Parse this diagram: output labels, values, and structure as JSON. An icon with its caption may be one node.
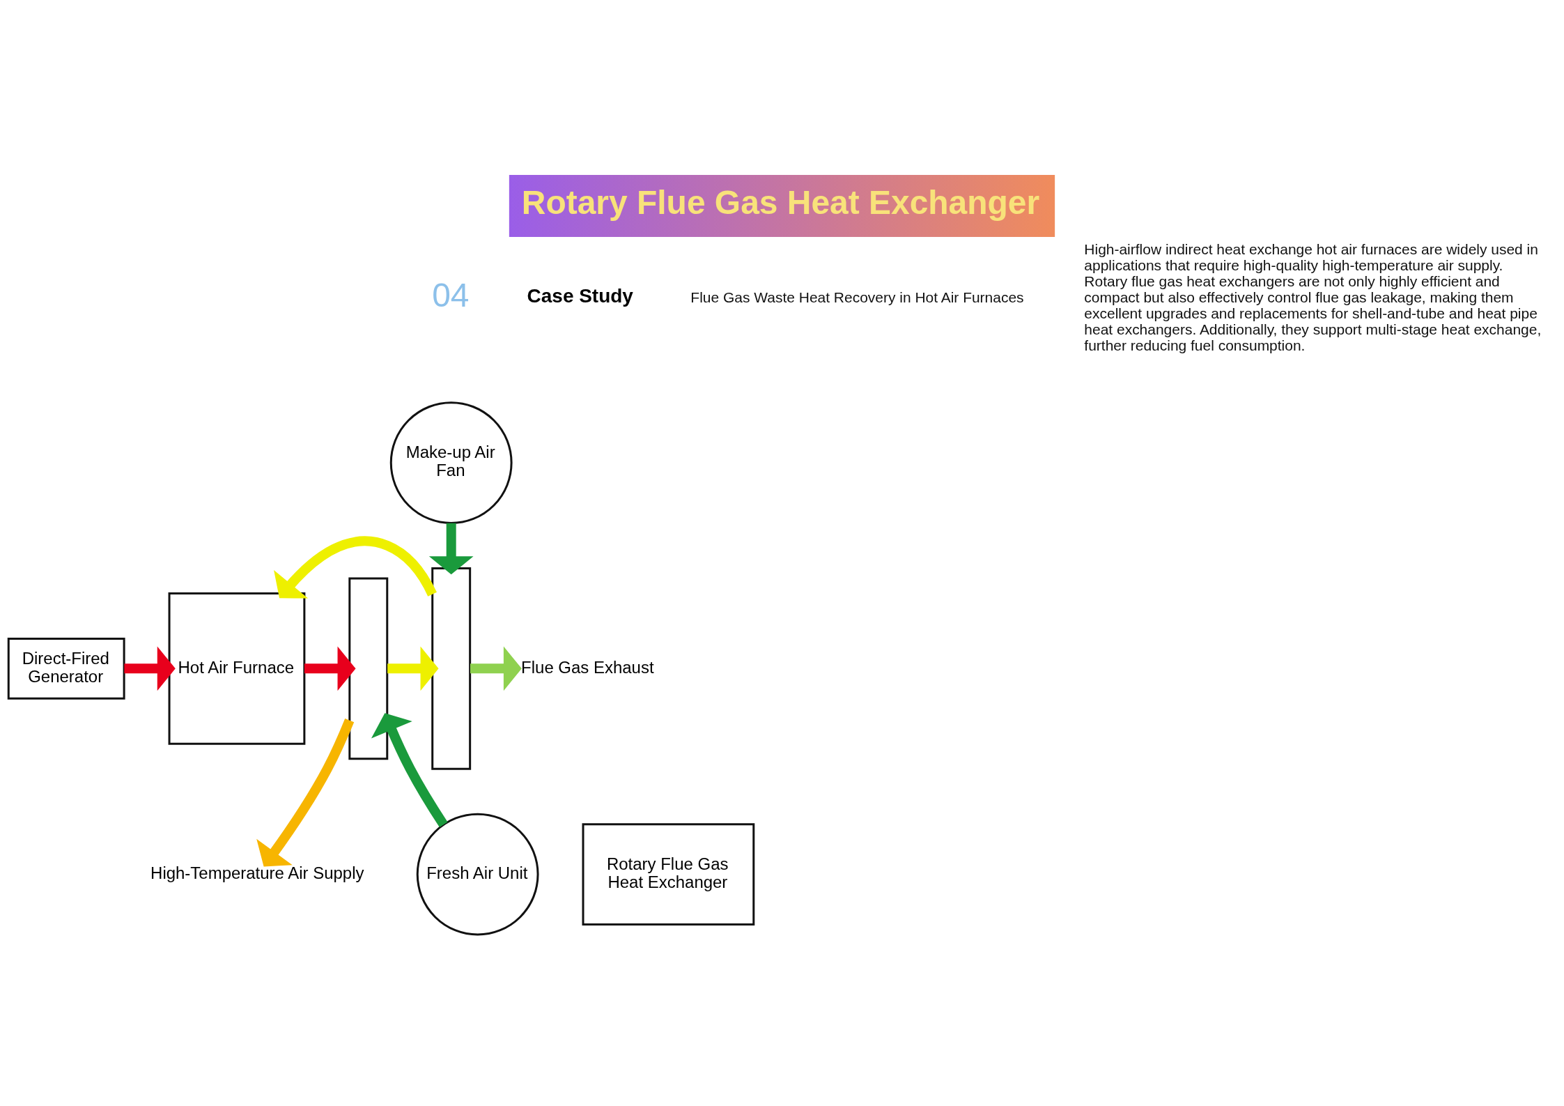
{
  "diagram": {
    "title": "Rotary Flue Gas Heat Exchanger",
    "nodes": [
      {
        "text": [
          "Direct-Fired Generator"
        ]
      },
      {
        "text": [
          "Hot Air Furnace"
        ]
      },
      {
        "text": [],
        "shape": "box"
      },
      {
        "text": [],
        "shape": "box"
      },
      {
        "text": [
          "Make-up Air Fan"
        ]
      },
      {
        "text": [
          "Flue Gas Exhaust"
        ]
      },
      {
        "text": [
          "Fresh Air Unit"
        ]
      },
      {
        "text": [
          "Rotary Flue Gas Heat Exchanger"
        ]
      },
      {
        "text": [
          "High-Temperature Air Supply"
        ]
      }
    ],
    "edges": [
      {
        "from": 0,
        "to": 1,
        "arrow": "to",
        "color": "#e8001c"
      },
      {
        "from": 1,
        "to": 2,
        "arrow": "to",
        "color": "#e8001c"
      },
      {
        "from": 2,
        "to": 3,
        "arrow": "to",
        "color": "#eef000"
      },
      {
        "from": 3,
        "to": 5,
        "arrow": "to",
        "color": "#8fd14f"
      },
      {
        "from": 4,
        "to": 3,
        "arrow": "to",
        "color": "#1a9a3c"
      },
      {
        "from": 3,
        "to": 1,
        "arrow": "to",
        "color": "#eef000"
      },
      {
        "from": 2,
        "to": 8,
        "arrow": "to",
        "color": "#f7b500"
      },
      {
        "from": 6,
        "to": 2,
        "arrow": "to",
        "color": "#1a9a3c"
      }
    ],
    "labels": [
      "04",
      "Case Study",
      "Flue Gas Waste Heat Recovery in Hot Air Furnaces",
      "High-airflow indirect heat exchange hot air furnaces are widely used in applications that require high-quality high-temperature air supply. Rotary flue gas heat exchangers are not only highly efficient and compact but also effectively control flue gas leakage, making them excellent upgrades and replacements for shell-and-tube and heat pipe heat exchangers. Additionally, they support multi-stage heat exchange, further reducing fuel consumption."
    ]
  }
}
